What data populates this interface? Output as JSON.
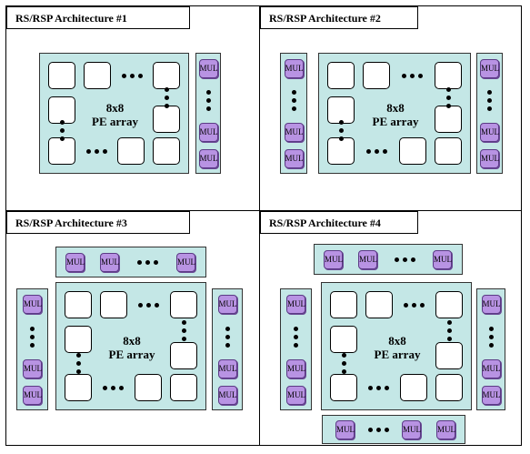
{
  "figure": {
    "architectures": [
      {
        "title": "RS/RSP Architecture #1",
        "pe_array": {
          "line1": "8x8",
          "line2": "PE array"
        },
        "mul_label": "MUL",
        "has_top_mul_row": false,
        "has_bottom_mul_row": false,
        "has_left_mul_column": false,
        "has_right_mul_column": true
      },
      {
        "title": "RS/RSP Architecture #2",
        "pe_array": {
          "line1": "8x8",
          "line2": "PE array"
        },
        "mul_label": "MUL",
        "has_top_mul_row": false,
        "has_bottom_mul_row": false,
        "has_left_mul_column": true,
        "has_right_mul_column": true
      },
      {
        "title": "RS/RSP Architecture #3",
        "pe_array": {
          "line1": "8x8",
          "line2": "PE array"
        },
        "mul_label": "MUL",
        "has_top_mul_row": true,
        "has_bottom_mul_row": false,
        "has_left_mul_column": true,
        "has_right_mul_column": true
      },
      {
        "title": "RS/RSP Architecture #4",
        "pe_array": {
          "line1": "8x8",
          "line2": "PE array"
        },
        "mul_label": "MUL",
        "has_top_mul_row": true,
        "has_bottom_mul_row": true,
        "has_left_mul_column": true,
        "has_right_mul_column": true
      }
    ],
    "colors": {
      "panel_fill": "#c4e7e6",
      "mul_fill": "#b893e3",
      "pe_fill": "#ffffff",
      "grid_lines": "#000000"
    }
  }
}
